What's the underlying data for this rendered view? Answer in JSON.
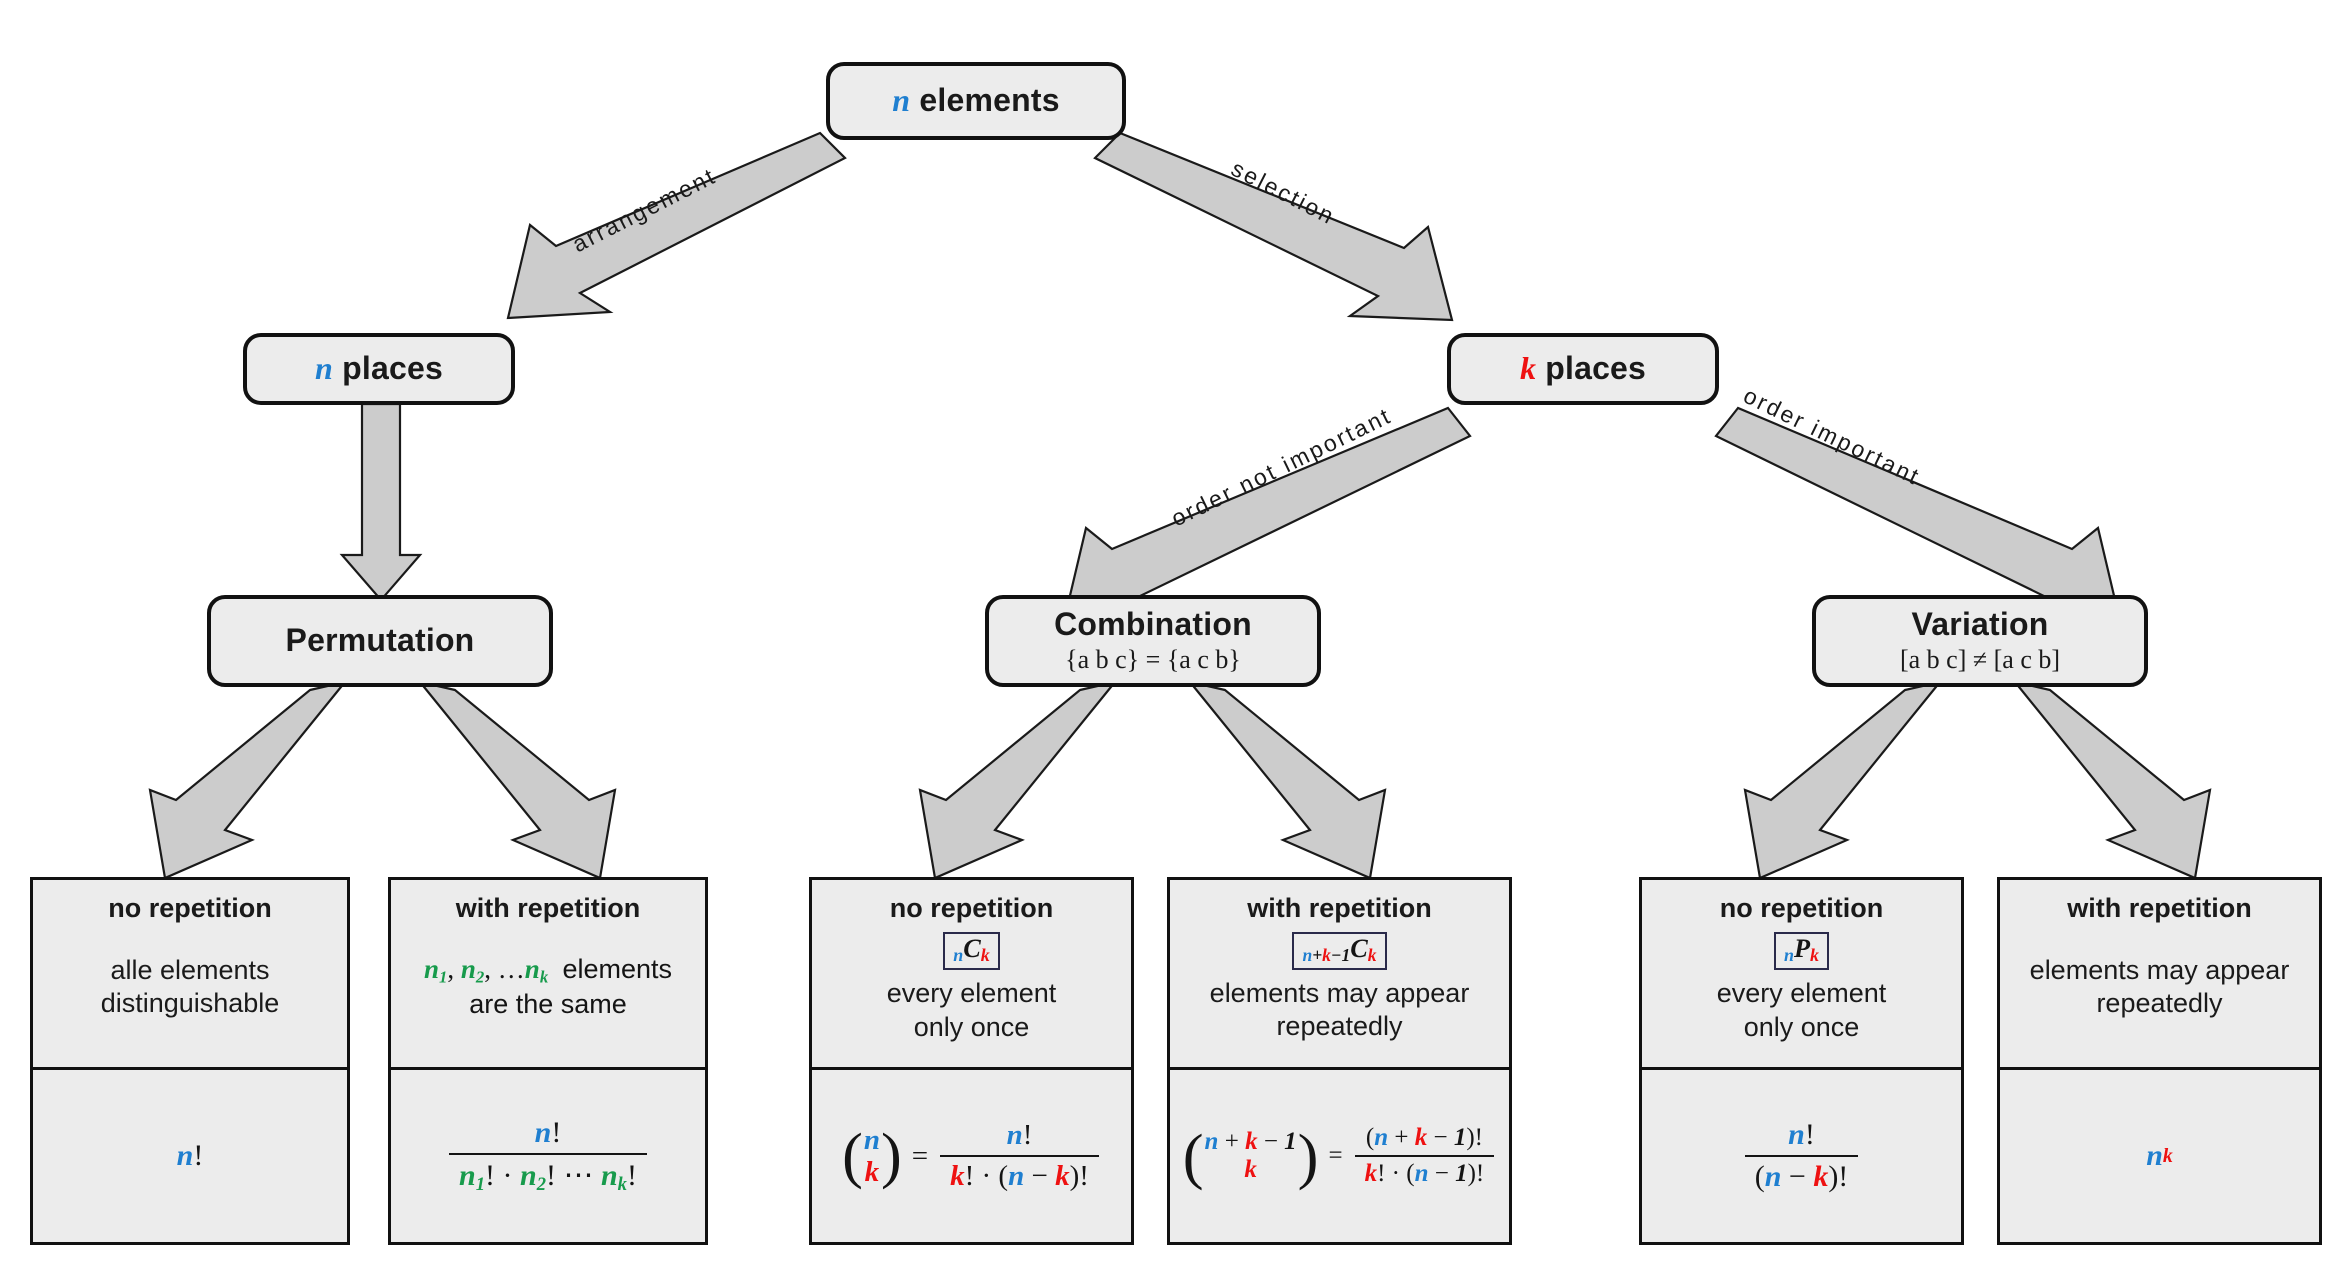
{
  "diagram": {
    "title": "Combinatorics overview",
    "colors": {
      "n": "#1f7fd0",
      "k": "#ee1111",
      "green": "#179b4c",
      "box_fill": "#ececec",
      "stroke": "#111111",
      "arrow_fill": "#cccccc"
    }
  },
  "nodes": {
    "root": {
      "label_prefix": "n",
      "label_text": " elements"
    },
    "n_places": {
      "label_prefix": "n",
      "label_text": " places"
    },
    "k_places": {
      "label_prefix": "k",
      "label_text": " places"
    },
    "permutation": {
      "title": "Permutation",
      "sub": ""
    },
    "combination": {
      "title": "Combination",
      "sub": "{a b c} = {a c b}"
    },
    "variation": {
      "title": "Variation",
      "sub": "[a b c] ≠ [a c b]"
    }
  },
  "edges": {
    "arrangement": "arrangement",
    "selection": "selection",
    "order_not_important": "order not important",
    "order_important": "order important"
  },
  "cards": [
    {
      "id": "perm-no-rep",
      "header": "no repetition",
      "symbol": null,
      "desc_line1": "alle elements",
      "desc_line2": "distinguishable",
      "formula_plain": "n!"
    },
    {
      "id": "perm-with-rep",
      "header": "with repetition",
      "symbol": null,
      "desc_line1": "n₁, n₂, … nₖ elements",
      "desc_line2": "are the same",
      "formula_plain": "n! / (n₁! · n₂! ⋯ nₖ!)"
    },
    {
      "id": "comb-no-rep",
      "header": "no repetition",
      "symbol": "nCk",
      "desc_line1": "every element",
      "desc_line2": "only once",
      "formula_plain": "(n choose k) = n! / (k! · (n − k)!)"
    },
    {
      "id": "comb-with-rep",
      "header": "with repetition",
      "symbol": "n+k−1Ck",
      "desc_line1": "elements may appear",
      "desc_line2": "repeatedly",
      "formula_plain": "(n + k − 1 choose k) = (n + k − 1)! / (k! · (n − 1)!)"
    },
    {
      "id": "var-no-rep",
      "header": "no repetition",
      "symbol": "nPk",
      "desc_line1": "every element",
      "desc_line2": "only once",
      "formula_plain": "n! / (n − k)!"
    },
    {
      "id": "var-with-rep",
      "header": "with repetition",
      "symbol": null,
      "desc_line1": "elements may appear",
      "desc_line2": "repeatedly",
      "formula_plain": "n^k"
    }
  ],
  "math_tokens": {
    "n": "n",
    "k": "k",
    "bang": "!",
    "dot": "·",
    "minus": "−",
    "plus": "+",
    "one": "1",
    "equals": "=",
    "ellipsis": "⋯",
    "dots": "…",
    "C": "C",
    "P": "P",
    "sub1": "1",
    "sub2": "2",
    "subk": "k"
  }
}
